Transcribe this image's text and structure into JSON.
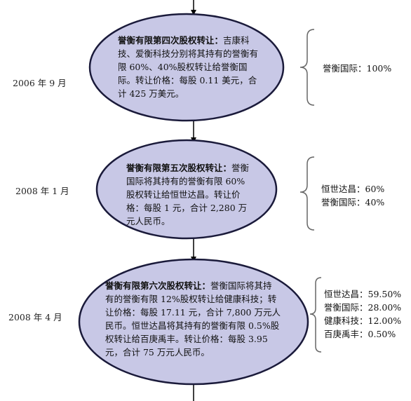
{
  "colors": {
    "ellipse_fill": "#c8c8e6",
    "ellipse_stroke": "#1a1a3a",
    "arrow": "#000000",
    "brace": "#666666"
  },
  "steps": [
    {
      "date": "2006 年 9 月",
      "title": "誉衡有限第四次股权转让：",
      "body": "吉康科技、爱衡科技分别将其持有的誉衡有限 60%、40%股权转让给誉衡国际。转让价格：每股 0.11 美元，合计 425 万美元。",
      "holders": [
        "誉衡国际：100%"
      ]
    },
    {
      "date": "2008 年 1 月",
      "title": "誉衡有限第五次股权转让：",
      "body": "誉衡国际将其持有的誉衡有限 60%股权转让给恒世达昌。转让价格：每股 1 元，合计 2,280 万元人民币。",
      "holders": [
        "恒世达昌：60%",
        "誉衡国际：40%"
      ]
    },
    {
      "date": "2008 年 4 月",
      "title": "誉衡有限第六次股权转让：",
      "body": "誉衡国际将其持有的誉衡有限 12%股权转让给健康科技；转让价格：每股 17.11 元，合计 7,800 万元人民币。恒世达昌将其持有的誉衡有限 0.5%股权转让给百庚禹丰。转让价格：每股 3.95 元，合计 75 万元人民币。",
      "holders": [
        "恒世达昌：59.50%",
        "誉衡国际：28.00%",
        "健康科技：12.00%",
        "百庚禹丰：0.50%"
      ]
    }
  ]
}
